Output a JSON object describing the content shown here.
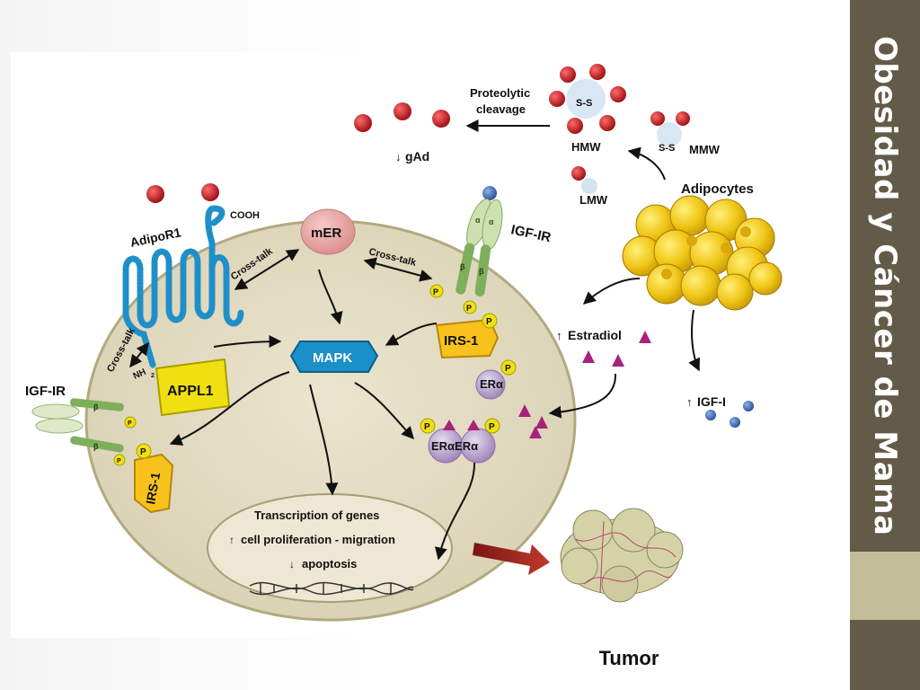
{
  "slide": {
    "title": "Obesidad y Cáncer de Mama"
  },
  "figure": {
    "labels": {
      "proteolytic": "Proteolytic",
      "cleavage": "cleavage",
      "gad": "gAd",
      "hmw": "HMW",
      "mmw": "MMW",
      "lmw": "LMW",
      "ss": "S-S",
      "adipocytes": "Adipocytes",
      "adiporeceptor": "AdipoR1",
      "cooh": "COOH",
      "nh2": "NH",
      "nh2_sub": "2",
      "mer": "mER",
      "igf_ir_top": "IGF-IR",
      "igf_ir_left": "IGF-IR",
      "cross_talk_1": "Cross-talk",
      "cross_talk_2": "Cross-talk",
      "cross_talk_3": "Cross-talk",
      "mapk": "MAPK",
      "appl1": "APPL1",
      "irs1_right": "IRS-1",
      "irs1_left": "IRS-1",
      "p": "P",
      "er_alpha": "ERα",
      "er_dimer": "ERαERα",
      "estradiol": "Estradiol",
      "igf_i": "IGF-I",
      "transcription": "Transcription of genes",
      "proliferation": "cell proliferation - migration",
      "apoptosis": "apoptosis",
      "beta": "β",
      "alpha": "α"
    },
    "arrows": {
      "up": "↑",
      "down": "↓"
    }
  },
  "caption": {
    "tumor": "Tumor"
  },
  "colors": {
    "sidebar": "#635a48",
    "sidebar_accent": "#c2bd98",
    "cell": "#e2dcc4",
    "adipocyte": "#f0c617",
    "adiponectin": "#c9151c",
    "receptor": "#1f8fc9",
    "mapk": "#1b8fc7",
    "appl1": "#f0e012",
    "irs1": "#f7c21b",
    "er": "#b59ac7",
    "estradiol": "#a8227b",
    "igf_ligand": "#3b6cb7",
    "igf_receptor": "#7faf5c"
  }
}
